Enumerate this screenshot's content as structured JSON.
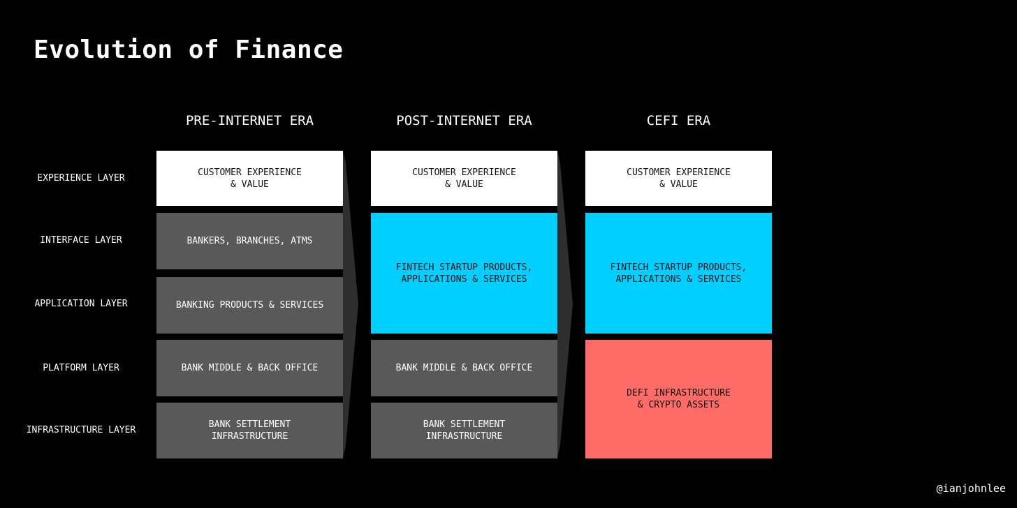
{
  "title": "Evolution of Finance",
  "eras": [
    {
      "label": "PRE-INTERNET ERA"
    },
    {
      "label": "POST-INTERNET ERA"
    },
    {
      "label": "CEFI ERA"
    }
  ],
  "layers": [
    {
      "label": "EXPERIENCE LAYER"
    },
    {
      "label": "INTERFACE LAYER"
    },
    {
      "label": "APPLICATION LAYER"
    },
    {
      "label": "PLATFORM LAYER"
    },
    {
      "label": "INFRASTRUCTURE LAYER"
    }
  ],
  "boxes": {
    "pre": {
      "experience": "CUSTOMER EXPERIENCE\n& VALUE",
      "interface": "BANKERS, BRANCHES, ATMS",
      "application": "BANKING PRODUCTS & SERVICES",
      "platform": "BANK MIDDLE & BACK OFFICE",
      "infrastructure": "BANK SETTLEMENT\nINFRASTRUCTURE"
    },
    "post": {
      "experience": "CUSTOMER EXPERIENCE\n& VALUE",
      "fintech": "FINTECH STARTUP PRODUCTS,\nAPPLICATIONS & SERVICES",
      "platform": "BANK MIDDLE & BACK OFFICE",
      "infrastructure": "BANK SETTLEMENT\nINFRASTRUCTURE"
    },
    "cefi": {
      "experience": "CUSTOMER EXPERIENCE\n& VALUE",
      "fintech": "FINTECH STARTUP PRODUCTS,\nAPPLICATIONS & SERVICES",
      "defi": "DEFI INFRASTRUCTURE\n& CRYPTO ASSETS"
    }
  },
  "credit": "@ianjohnlee",
  "colors": {
    "background": "#000000",
    "white_box": "#ffffff",
    "grey_box": "#595959",
    "cyan_box": "#00cfff",
    "coral_box": "#ff6b66",
    "arrow": "#2e2e2e"
  }
}
